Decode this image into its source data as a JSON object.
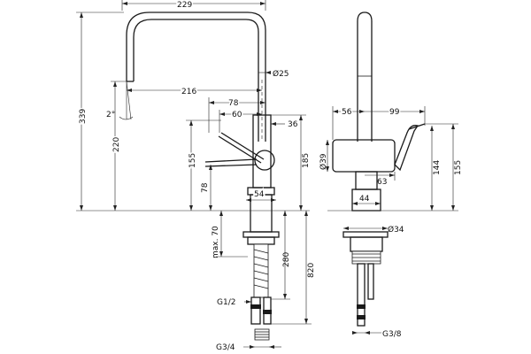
{
  "left_view": {
    "dims": {
      "spout_width": "229",
      "spout_diameter": "Ø25",
      "spout_reach": "216",
      "handle_78": "78",
      "handle_60": "60",
      "handle_36": "36",
      "angle": "2°",
      "height_339": "339",
      "height_220": "220",
      "height_155": "155",
      "height_78": "78",
      "height_185": "185",
      "base_54": "54",
      "max_70": "max. 70",
      "shank_280": "280",
      "hose_820": "820",
      "thread_g12": "G1/2",
      "thread_g34": "G3/4"
    }
  },
  "right_view": {
    "dims": {
      "width_56": "56",
      "width_99": "99",
      "diameter_39": "Ø39",
      "height_144": "144",
      "height_155": "155",
      "width_63": "63",
      "width_44": "44",
      "diameter_34": "Ø34",
      "thread_g38": "G3/8"
    }
  }
}
